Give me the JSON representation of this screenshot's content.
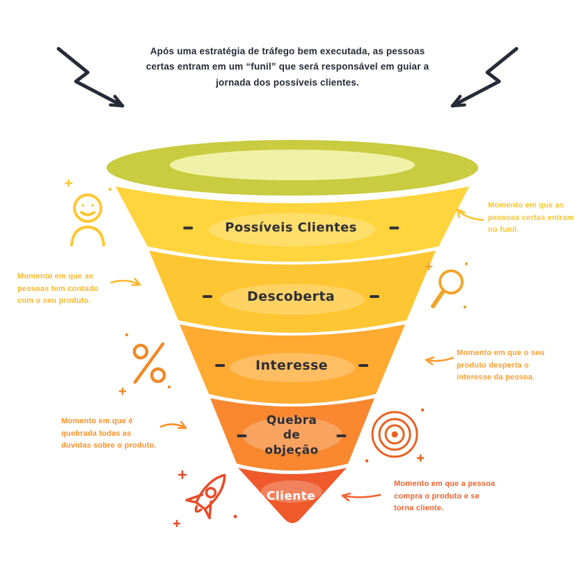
{
  "header": {
    "intro": "Após uma estratégia de tráfego bem executada, as pessoas\ncertas entram em um “funil” que será responsável em guiar a\njornada dos possíveis clientes."
  },
  "funnel": {
    "top": {
      "rim_color": "#c9cb40",
      "inner_color": "#eff2a6"
    },
    "levels": [
      {
        "label": "Possíveis Clientes",
        "color": "#ffd43c"
      },
      {
        "label": "Descoberta",
        "color": "#ffc633"
      },
      {
        "label": "Interesse",
        "color": "#ffaa31"
      },
      {
        "label": "Quebra\nde\nobjeção",
        "color": "#f8872f"
      },
      {
        "label": "Cliente",
        "color": "#ee5a2b"
      }
    ]
  },
  "annotations": {
    "entry": {
      "text": "Momento em que as\npessoas certas entram\nno funil.",
      "color": "#ffc230"
    },
    "descoberta": {
      "text": "Momento em que as\npessoas tem contado\ncom o seu produto.",
      "color": "#ffb52b"
    },
    "interesse": {
      "text": "Momento em que o seu\nproduto desperta o\ninteresse da pessoa.",
      "color": "#ff9d2e"
    },
    "quebra": {
      "text": "Momento em que é\nquebrada todas as\nduvidas sobre o produto.",
      "color": "#ff8f28"
    },
    "cliente": {
      "text": "Momento em que a pessoa\ncompra o produto e se\ntorna cliente.",
      "color": "#ef612d"
    }
  },
  "icons": {
    "left": [
      "person-icon",
      "percent-icon",
      "rocket-icon"
    ],
    "right": [
      "magnifier-icon",
      "spiral-target-icon"
    ],
    "top": [
      "zigzag-arrow-left",
      "zigzag-arrow-right"
    ]
  },
  "palette": {
    "background": "#ffffff",
    "heading_text": "#242936",
    "label_text": "#2d2e36",
    "cliente_label_text": "#ffffff",
    "zigzag_arrow": "#262b38"
  }
}
